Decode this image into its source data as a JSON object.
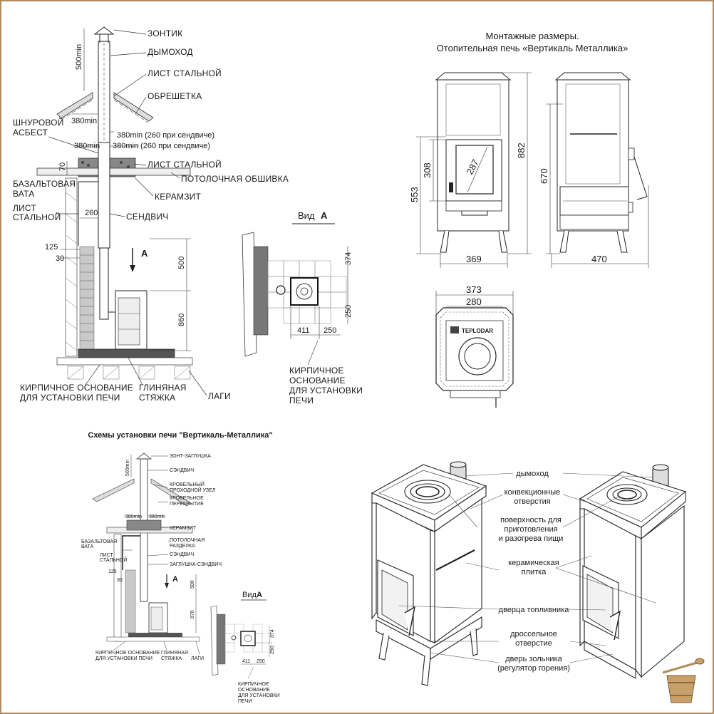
{
  "main_diagram": {
    "labels": {
      "zontik": "ЗОНТИК",
      "dymokhod": "ДЫМОХОД",
      "list_stalnoy_top": "ЛИСТ СТАЛЬНОЙ",
      "obreshetka": "ОБРЕШЕТКА",
      "shnurovoy_1": "ШНУРОВОЙ",
      "shnurovoy_2": "АСБЕСТ",
      "list_stalnoy_mid": "ЛИСТ СТАЛЬНОЙ",
      "potolochnaya": "ПОТОЛОЧНАЯ ОБШИВКА",
      "bazalt_1": "БАЗАЛЬТОВАЯ",
      "bazalt_2": "ВАТА",
      "keramzit": "КЕРАМЗИТ",
      "list_left_1": "ЛИСТ",
      "list_left_2": "СТАЛЬНОЙ",
      "sendvich": "СЕНДВИЧ",
      "osnovanie_1": "КИРПИЧНОЕ ОСНОВАНИЕ",
      "osnovanie_2": "ДЛЯ УСТАНОВКИ ПЕЧИ",
      "glina_1": "ГЛИНЯНАЯ",
      "glina_2": "СТЯЖКА",
      "lagi": "ЛАГИ",
      "arrow_a": "A"
    },
    "dims": {
      "d500min": "500min",
      "d380min_a": "380min",
      "d380min_b": "380min (260 при сендвиче)",
      "d380min_c": "380min",
      "d380min_d": "380min (260 при сендвиче)",
      "d70": "70",
      "d260": "260",
      "d125": "125",
      "d30": "30",
      "d500": "500",
      "d860": "860"
    }
  },
  "view_a": {
    "title": "Вид",
    "letter": "A",
    "d374": "374",
    "d250v": "250",
    "d411": "411",
    "d250h": "250",
    "osnovanie_1": "КИРПИЧНОЕ",
    "osnovanie_2": "ОСНОВАНИЕ",
    "osnovanie_3": "ДЛЯ УСТАНОВКИ",
    "osnovanie_4": "ПЕЧИ"
  },
  "mounting": {
    "title_1": "Монтажные размеры.",
    "title_2": "Отопительная печь «Вертикаль Металлика»",
    "d553": "553",
    "d308": "308",
    "d287": "287",
    "d882": "882",
    "d369": "369",
    "d670": "670",
    "d470": "470",
    "d373": "373",
    "d280": "280",
    "brand": "TEPLODAR"
  },
  "small_scheme": {
    "title": "Схемы установки печи \"Вертикаль-Металлика\"",
    "labels": {
      "zont": "ЗОНТ-ЗАГЛУШКА",
      "sendvich1": "СЭНДВИЧ",
      "krov1": "КРОВЕЛЬНЫЙ",
      "krov2": "ПРОХОДНОЙ УЗЕЛ",
      "krov3": "КРОВЕЛЬНОЕ",
      "krov4": "ПЕРЕКРЫТИЕ",
      "keramzit": "КЕРАМЗИТ",
      "potol1": "ПОТОЛОЧНАЯ",
      "potol2": "РАЗДЕЛКА",
      "sendvich2": "СЭНДВИЧ",
      "zaglushka": "ЗАГЛУШКА-СЭНДВИЧ",
      "bazalt1": "БАЗАЛЬТОВАЯ",
      "bazalt2": "ВАТА",
      "list1": "ЛИСТ",
      "list2": "СТАЛЬНОЙ",
      "osn1": "КИРПИЧНОЕ ОСНОВАНИЕ",
      "osn2": "ДЛЯ УСТАНОВКИ ПЕЧИ",
      "glina1": "ГЛИНЯНАЯ",
      "glina2": "СТЯЖКА",
      "lagi": "ЛАГИ",
      "vid": "Вид",
      "vid_a": "A",
      "arrow_a": "A",
      "vosn1": "КИРПИЧНОЕ",
      "vosn2": "ОСНОВАНИЕ",
      "vosn3": "ДЛЯ УСТАНОВКИ",
      "vosn4": "ПЕЧИ"
    },
    "dims": {
      "d380a": "380min",
      "d380b": "380min",
      "d500min": "500min",
      "d125": "125",
      "d30": "30",
      "d500": "500",
      "d870": "870",
      "d411": "411",
      "d250": "250",
      "d374": "374",
      "d250v": "250"
    }
  },
  "features": {
    "dymokhod": "дымоход",
    "konv_1": "конвекционные",
    "konv_2": "отверстия",
    "surf_1": "поверхность для",
    "surf_2": "приготовления",
    "surf_3": "и разогрева пищи",
    "ker_1": "керамическая",
    "ker_2": "плитка",
    "dverca": "дверца топливника",
    "dross_1": "дроссельное",
    "dross_2": "отверстие",
    "zoln_1": "дверь зольника",
    "zoln_2": "(регулятор горения)"
  },
  "colors": {
    "frame": "#b08d5a",
    "ink": "#1a1a1a",
    "brick": "#c9c9c9"
  }
}
